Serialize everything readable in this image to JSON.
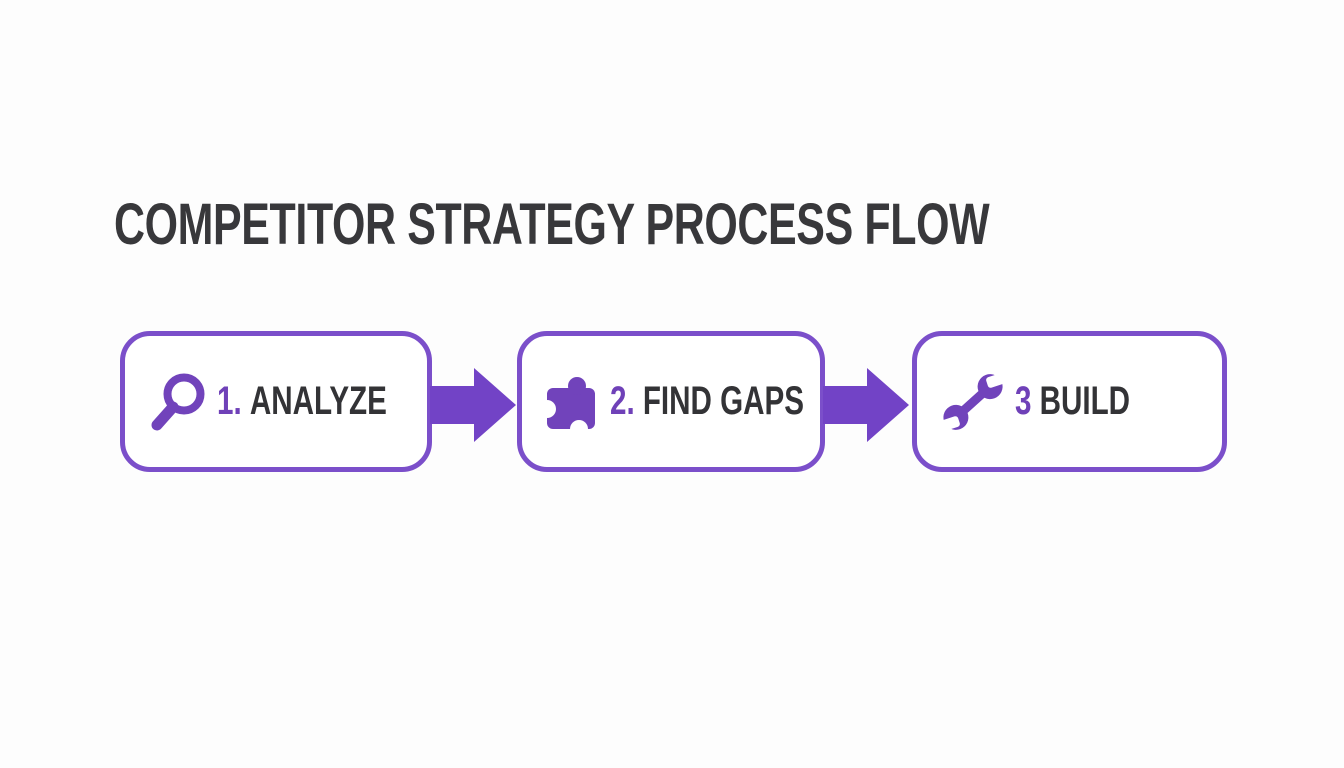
{
  "title": "COMPETITOR STRATEGY PROCESS FLOW",
  "colors": {
    "background": "#fdfdfd",
    "box_fill": "#ffffff",
    "border_purple": "#7b4fca",
    "arrow_purple": "#7243c6",
    "icon_purple": "#7143bb",
    "number_purple": "#6f41b8",
    "title_text": "#38383b",
    "label_text": "#333336"
  },
  "steps": [
    {
      "number": "1.",
      "label": "ANALYZE",
      "icon": "magnifier-icon"
    },
    {
      "number": "2.",
      "label": "FIND GAPS",
      "icon": "puzzle-icon"
    },
    {
      "number": "3",
      "label": "BUILD",
      "icon": "wrench-icon"
    }
  ],
  "connectors": [
    {
      "icon": "arrow-right-icon"
    },
    {
      "icon": "arrow-right-icon"
    }
  ]
}
